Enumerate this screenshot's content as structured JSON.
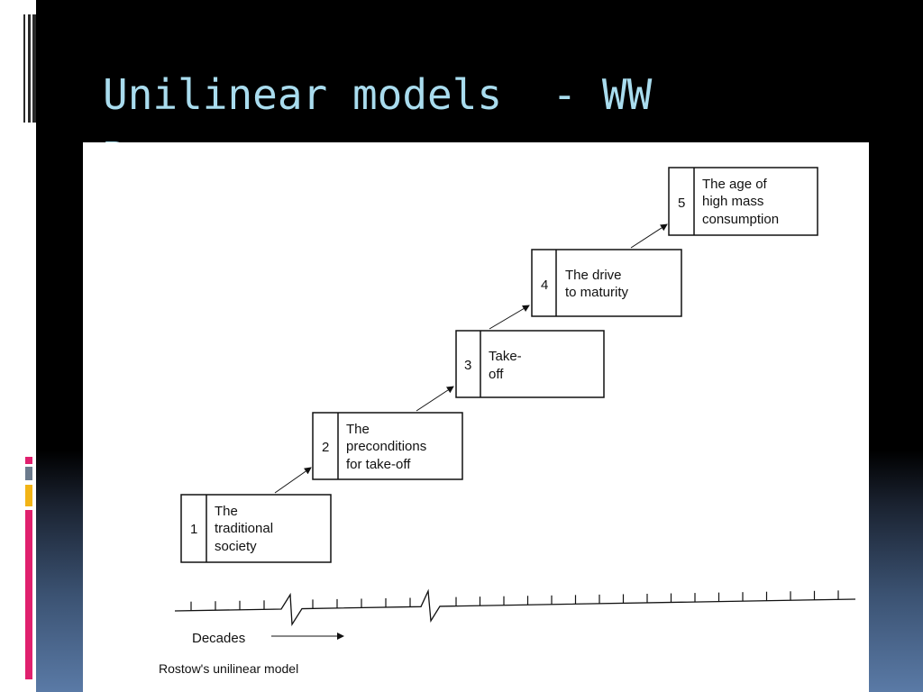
{
  "slide": {
    "title": "Unilinear models  - WW Rostow"
  },
  "diagram": {
    "stages": [
      {
        "number": "1",
        "lines": [
          "The",
          "traditional",
          "society"
        ]
      },
      {
        "number": "2",
        "lines": [
          "The",
          "preconditions",
          "for take-off"
        ]
      },
      {
        "number": "3",
        "lines": [
          "Take-",
          "off"
        ]
      },
      {
        "number": "4",
        "lines": [
          "The drive",
          "to maturity"
        ]
      },
      {
        "number": "5",
        "lines": [
          "The age of",
          "high mass",
          "consumption"
        ]
      }
    ],
    "axis_label": "Decades",
    "caption": "Rostow's unilinear model"
  }
}
